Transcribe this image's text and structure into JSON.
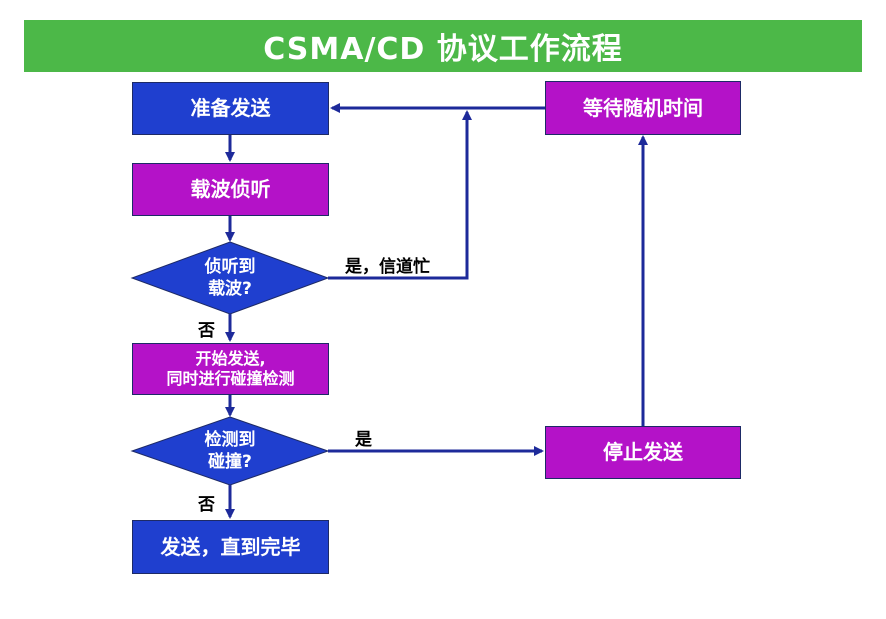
{
  "title": "CSMA/CD 协议工作流程",
  "nodes": {
    "prepare": "准备发送",
    "sense": "载波侦听",
    "detect_carrier_l1": "侦听到",
    "detect_carrier_l2": "载波?",
    "start_send_l1": "开始发送,",
    "start_send_l2": "同时进行碰撞检测",
    "detect_collision_l1": "检测到",
    "detect_collision_l2": "碰撞?",
    "send_done": "发送，直到完毕",
    "wait_random": "等待随机时间",
    "stop_send": "停止发送"
  },
  "labels": {
    "yes_busy": "是，信道忙",
    "no_1": "否",
    "yes": "是",
    "no_2": "否"
  },
  "colors": {
    "title_bg": "#4cb848",
    "blue_box": "#1f3fcf",
    "magenta_box": "#b412c8",
    "arrow": "#1d2a9a"
  }
}
